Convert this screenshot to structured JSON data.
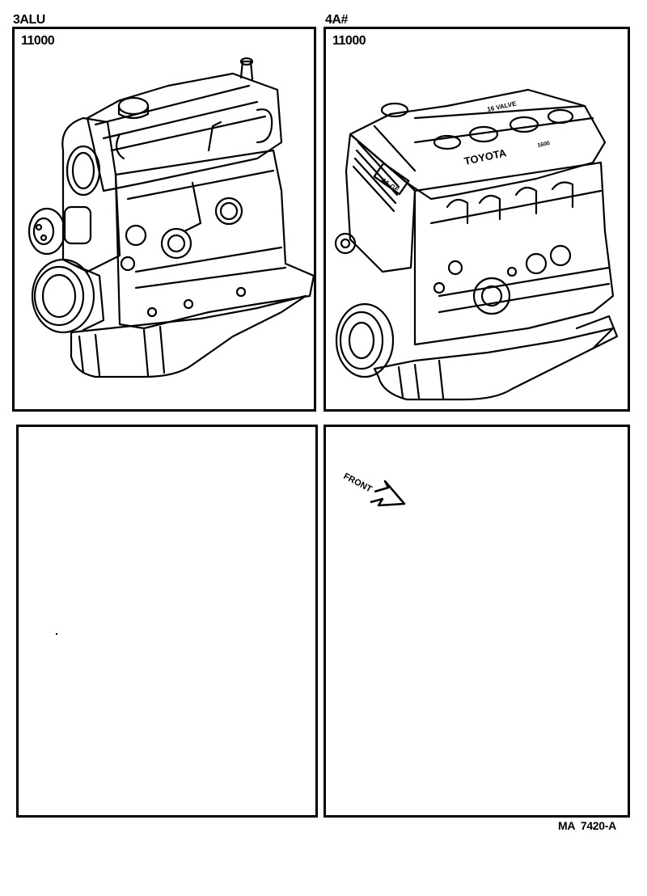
{
  "page": {
    "footer_code": "MA  7420-A"
  },
  "panels": [
    {
      "model": "3ALU",
      "part_number": "11000",
      "illustration": "engine-assembly-3A"
    },
    {
      "model": "4A#",
      "part_number": "11000",
      "illustration": "engine-assembly-4A-GE",
      "engine_markings": {
        "valve_text": "16 VALVE",
        "brand_text": "TOYOTA",
        "displacement_text": "1600",
        "engine_code_text": "4A-GE"
      }
    },
    {
      "model": "",
      "part_number": "",
      "illustration": ""
    },
    {
      "model": "",
      "part_number": "",
      "illustration": "front-direction-arrow",
      "orientation_label": "FRONT"
    }
  ],
  "colors": {
    "ink": "#000000",
    "paper": "#ffffff"
  }
}
